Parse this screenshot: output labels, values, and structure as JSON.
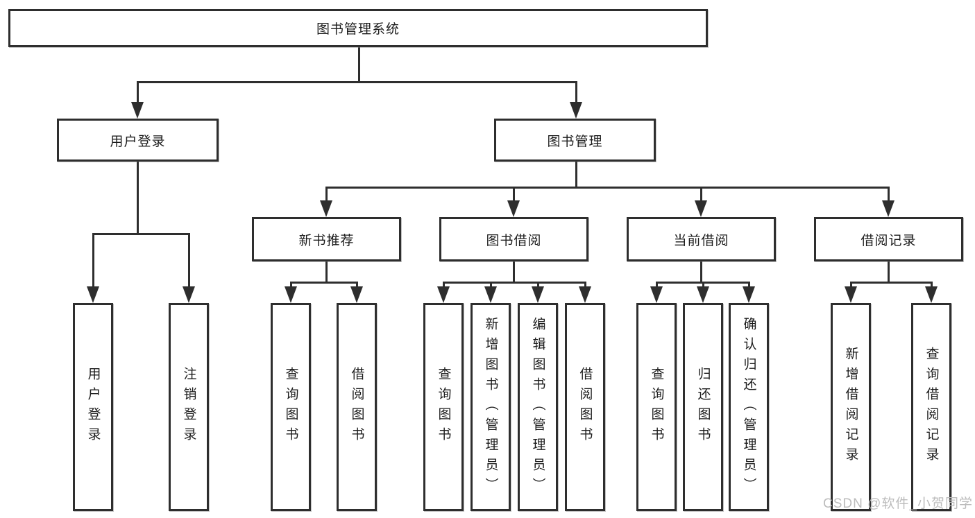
{
  "root": {
    "label": "图书管理系统"
  },
  "branches": {
    "userLogin": {
      "label": "用户登录",
      "leaves": [
        "用户登录",
        "注销登录"
      ]
    },
    "bookMgmt": {
      "label": "图书管理",
      "children": {
        "newBooks": {
          "label": "新书推荐",
          "leaves": [
            "查询图书",
            "借阅图书"
          ]
        },
        "borrowing": {
          "label": "图书借阅",
          "leaves": [
            "查询图书",
            "新增图书（管理员）",
            "编辑图书（管理员）",
            "借阅图书"
          ]
        },
        "currentBorrow": {
          "label": "当前借阅",
          "leaves": [
            "查询图书",
            "归还图书",
            "确认归还（管理员）"
          ]
        },
        "borrowRecords": {
          "label": "借阅记录",
          "leaves": [
            "新增借阅记录",
            "查询借阅记录"
          ]
        }
      }
    }
  },
  "watermark": {
    "text": "CSDN @软件_小贺同学"
  },
  "colors": {
    "line": "#2e2e2e",
    "text": "#1c1c1c",
    "background": "#ffffff",
    "watermark": "#bcbcbc"
  }
}
